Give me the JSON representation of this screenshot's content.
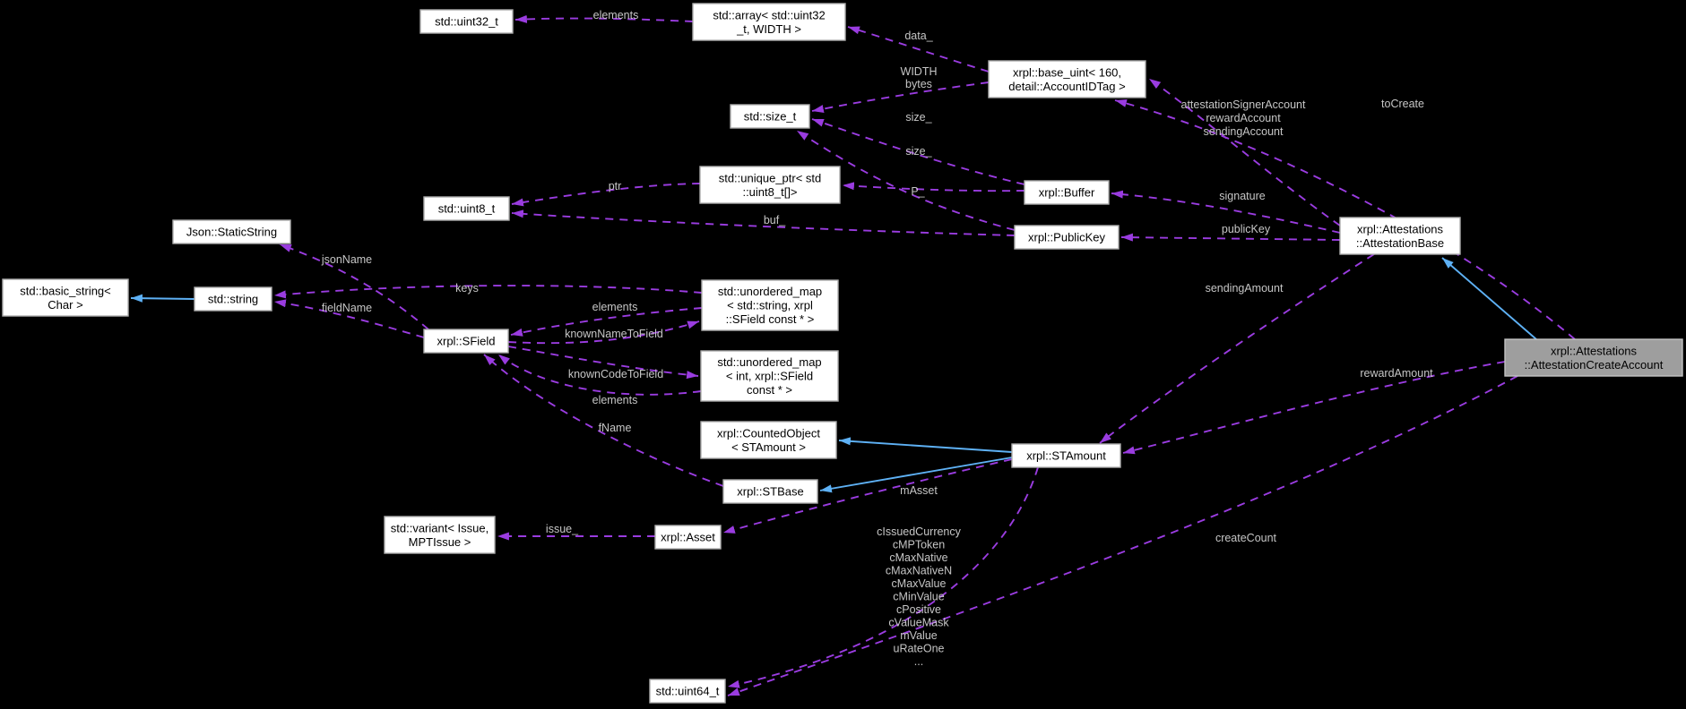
{
  "diagram": {
    "kind": "collaboration-graph",
    "main_class": "xrpl::Attestations::AttestationCreateAccount",
    "colors": {
      "background": "#000000",
      "node_fill": "#ffffff",
      "node_border": "#adadad",
      "node_text": "#000000",
      "main_node_fill": "#9e9e9e",
      "main_node_border": "#c2c2c2",
      "usage_edge": "#9a3ce0",
      "inheritance_edge": "#5eb1f5",
      "edge_label_text": "#c6c6c6"
    },
    "nodes": [
      {
        "id": "uint32",
        "kind": "class",
        "lines": [
          "std::uint32_t"
        ]
      },
      {
        "id": "array-uint32",
        "kind": "class",
        "lines": [
          "std::array< std::uint32",
          "_t, WIDTH >"
        ]
      },
      {
        "id": "base-uint",
        "kind": "class",
        "lines": [
          "xrpl::base_uint< 160,",
          "detail::AccountIDTag >"
        ]
      },
      {
        "id": "size-t",
        "kind": "class",
        "lines": [
          "std::size_t"
        ]
      },
      {
        "id": "unique-ptr",
        "kind": "class",
        "lines": [
          "std::unique_ptr< std",
          "::uint8_t[]>"
        ]
      },
      {
        "id": "uint8",
        "kind": "class",
        "lines": [
          "std::uint8_t"
        ]
      },
      {
        "id": "static-string",
        "kind": "class",
        "lines": [
          "Json::StaticString"
        ]
      },
      {
        "id": "basic-string",
        "kind": "class",
        "lines": [
          "std::basic_string<",
          "Char >"
        ]
      },
      {
        "id": "string",
        "kind": "class",
        "lines": [
          "std::string"
        ]
      },
      {
        "id": "sfield",
        "kind": "class",
        "lines": [
          "xrpl::SField"
        ]
      },
      {
        "id": "umap-str",
        "kind": "class",
        "lines": [
          "std::unordered_map",
          "< std::string, xrpl",
          "::SField const * >"
        ]
      },
      {
        "id": "umap-int",
        "kind": "class",
        "lines": [
          "std::unordered_map",
          "< int, xrpl::SField",
          "const * >"
        ]
      },
      {
        "id": "counted-object",
        "kind": "class",
        "lines": [
          "xrpl::CountedObject",
          "< STAmount >"
        ]
      },
      {
        "id": "stbase",
        "kind": "class",
        "lines": [
          "xrpl::STBase"
        ]
      },
      {
        "id": "buffer",
        "kind": "class",
        "lines": [
          "xrpl::Buffer"
        ]
      },
      {
        "id": "public-key",
        "kind": "class",
        "lines": [
          "xrpl::PublicKey"
        ]
      },
      {
        "id": "attestation-base",
        "kind": "class",
        "lines": [
          "xrpl::Attestations",
          "::AttestationBase"
        ]
      },
      {
        "id": "stamount",
        "kind": "class",
        "lines": [
          "xrpl::STAmount"
        ]
      },
      {
        "id": "asset",
        "kind": "class",
        "lines": [
          "xrpl::Asset"
        ]
      },
      {
        "id": "variant",
        "kind": "class",
        "lines": [
          "std::variant< Issue,",
          "MPTIssue >"
        ]
      },
      {
        "id": "uint64",
        "kind": "class",
        "lines": [
          "std::uint64_t"
        ]
      },
      {
        "id": "main",
        "kind": "main",
        "lines": [
          "xrpl::Attestations",
          "::AttestationCreateAccount"
        ]
      }
    ],
    "edges": [
      {
        "from": "array-uint32",
        "to": "uint32",
        "style": "usage",
        "label": [
          "elements"
        ]
      },
      {
        "from": "base-uint",
        "to": "array-uint32",
        "style": "usage",
        "label": [
          "data_"
        ]
      },
      {
        "from": "base-uint",
        "to": "size-t",
        "style": "usage",
        "label": [
          "WIDTH",
          "bytes"
        ]
      },
      {
        "from": "buffer",
        "to": "size-t",
        "style": "usage",
        "label": [
          "size_"
        ]
      },
      {
        "from": "public-key",
        "to": "size-t",
        "style": "usage",
        "label": [
          "size_"
        ]
      },
      {
        "from": "unique-ptr",
        "to": "uint8",
        "style": "usage",
        "label": [
          "ptr"
        ]
      },
      {
        "from": "buffer",
        "to": "unique-ptr",
        "style": "usage",
        "label": [
          "P_"
        ]
      },
      {
        "from": "public-key",
        "to": "uint8",
        "style": "usage",
        "label": [
          "buf_"
        ]
      },
      {
        "from": "sfield",
        "to": "static-string",
        "style": "usage",
        "label": [
          "jsonName"
        ]
      },
      {
        "from": "sfield",
        "to": "string",
        "style": "usage",
        "label": [
          "fieldName"
        ]
      },
      {
        "from": "umap-str",
        "to": "string",
        "style": "usage",
        "label": [
          "keys"
        ]
      },
      {
        "from": "umap-str",
        "to": "sfield",
        "style": "usage",
        "label": [
          "elements"
        ]
      },
      {
        "from": "sfield",
        "to": "umap-str",
        "style": "usage",
        "label": [
          "knownNameToField"
        ]
      },
      {
        "from": "sfield",
        "to": "umap-int",
        "style": "usage",
        "label": [
          "knownCodeToField"
        ]
      },
      {
        "from": "umap-int",
        "to": "sfield",
        "style": "usage",
        "label": [
          "elements"
        ]
      },
      {
        "from": "stbase",
        "to": "sfield",
        "style": "usage",
        "label": [
          "fName"
        ]
      },
      {
        "from": "string",
        "to": "basic-string",
        "style": "inheritance",
        "label": []
      },
      {
        "from": "stamount",
        "to": "counted-object",
        "style": "inheritance",
        "label": []
      },
      {
        "from": "stamount",
        "to": "stbase",
        "style": "inheritance",
        "label": []
      },
      {
        "from": "stamount",
        "to": "asset",
        "style": "usage",
        "label": [
          "mAsset"
        ]
      },
      {
        "from": "asset",
        "to": "variant",
        "style": "usage",
        "label": [
          "issue_"
        ]
      },
      {
        "from": "stamount",
        "to": "uint64",
        "style": "usage",
        "label": [
          "cIssuedCurrency",
          "cMPToken",
          "cMaxNative",
          "cMaxNativeN",
          "cMaxValue",
          "cMinValue",
          "cPositive",
          "cValueMask",
          "mValue",
          "uRateOne",
          "..."
        ]
      },
      {
        "from": "attestation-base",
        "to": "base-uint",
        "style": "usage",
        "label": [
          "attestationSignerAccount",
          "rewardAccount",
          "sendingAccount"
        ]
      },
      {
        "from": "attestation-base",
        "to": "buffer",
        "style": "usage",
        "label": [
          "signature"
        ]
      },
      {
        "from": "attestation-base",
        "to": "public-key",
        "style": "usage",
        "label": [
          "publicKey"
        ]
      },
      {
        "from": "attestation-base",
        "to": "stamount",
        "style": "usage",
        "label": [
          "sendingAmount"
        ]
      },
      {
        "from": "main",
        "to": "attestation-base",
        "style": "inheritance",
        "label": []
      },
      {
        "from": "main",
        "to": "base-uint",
        "style": "usage",
        "label": [
          "toCreate"
        ]
      },
      {
        "from": "main",
        "to": "stamount",
        "style": "usage",
        "label": [
          "rewardAmount"
        ]
      },
      {
        "from": "main",
        "to": "uint64",
        "style": "usage",
        "label": [
          "createCount"
        ]
      }
    ]
  }
}
